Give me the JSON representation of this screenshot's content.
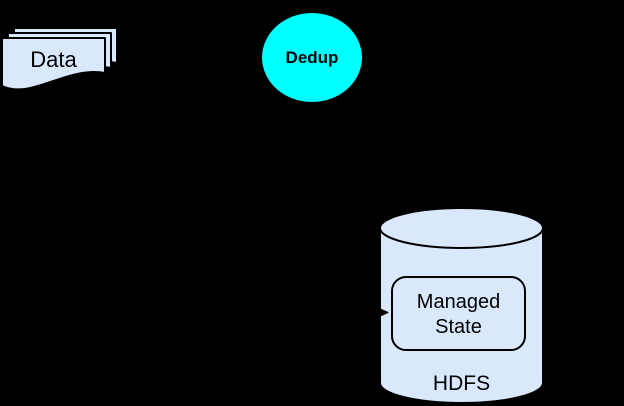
{
  "diagram": {
    "type": "flow-diagram",
    "background": "#000000"
  },
  "colors": {
    "background": "#000000",
    "node_fill": "#dae8fc",
    "node_stroke": "#000000",
    "dedup_fill": "#00ffff",
    "text_color": "#000000"
  },
  "nodes": {
    "data": {
      "label": "Data",
      "shape": "stacked-documents"
    },
    "dedup": {
      "label": "Dedup",
      "shape": "circle"
    },
    "managed_state": {
      "label_lines": [
        "Managed",
        "State"
      ],
      "shape": "rounded-rectangle"
    },
    "hdfs": {
      "label": "HDFS",
      "shape": "cylinder"
    }
  },
  "edges": [
    {
      "name": "arrow-into-managed-state",
      "direction": "right",
      "visible_part": "arrowhead"
    }
  ]
}
